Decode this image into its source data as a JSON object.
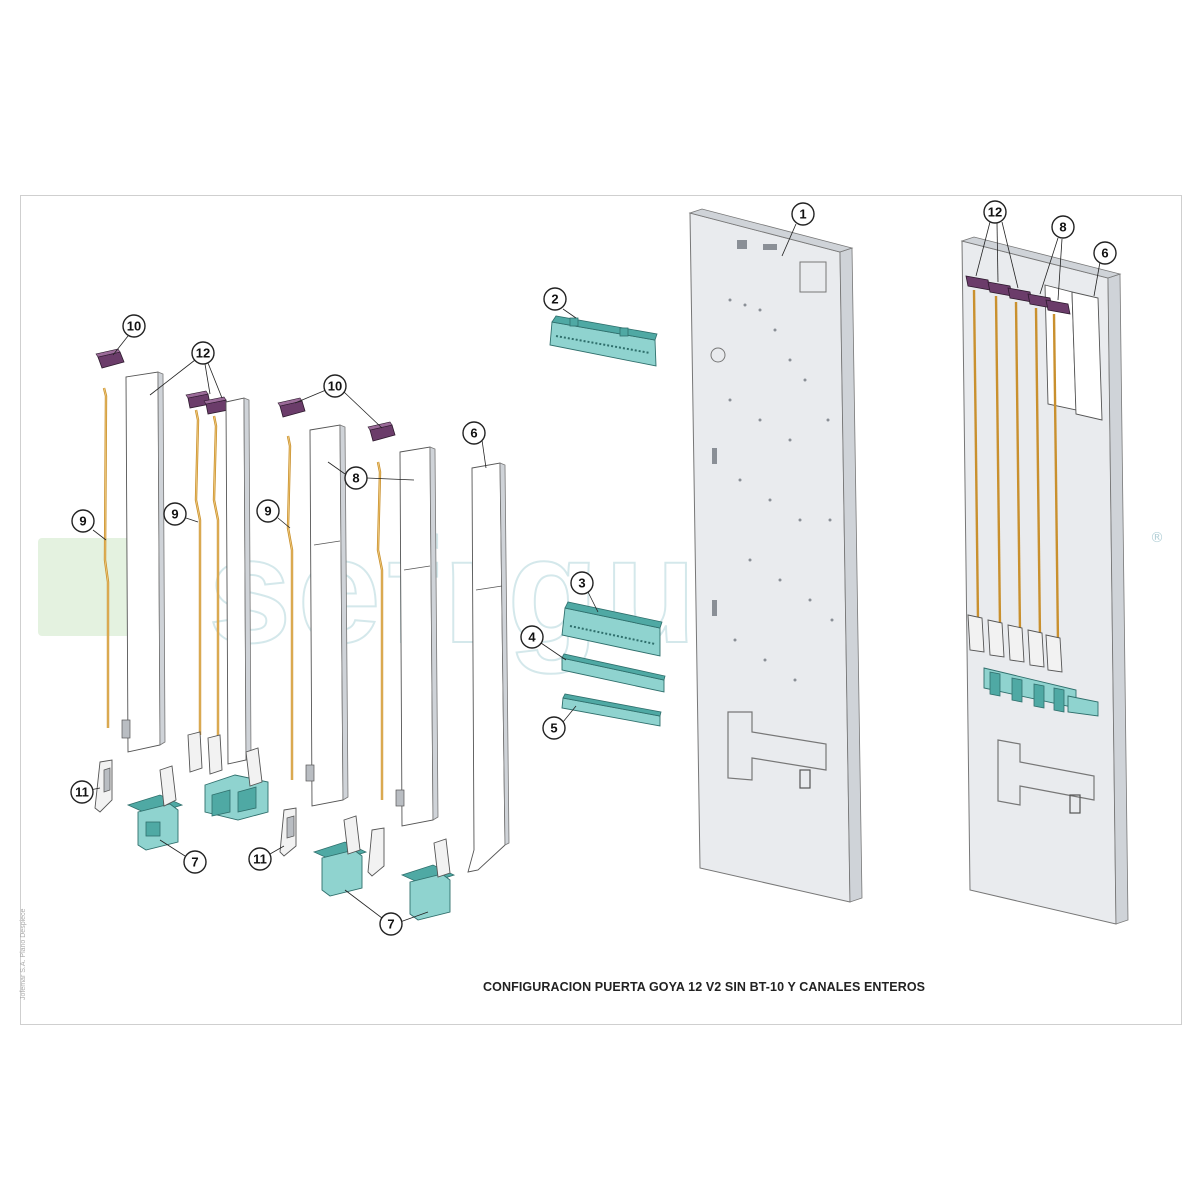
{
  "title": "CONFIGURACION PUERTA GOYA 12 V2 SIN BT-10 Y CANALES ENTEROS",
  "side_text": "Jofemar S.A. Plano Despiece",
  "watermark": {
    "brand": "sefrguar",
    "registered": "®"
  },
  "callouts": {
    "c1": "1",
    "c2": "2",
    "c3": "3",
    "c4": "4",
    "c5": "5",
    "c6a": "6",
    "c6b": "6",
    "c7a": "7",
    "c7b": "7",
    "c8a": "8",
    "c8b": "8",
    "c9a": "9",
    "c9b": "9",
    "c9c": "9",
    "c10a": "10",
    "c10b": "10",
    "c11a": "11",
    "c11b": "11",
    "c12a": "12",
    "c12b": "12"
  },
  "colors": {
    "rod": "#c9902e",
    "teal_part": "#8fd3cf",
    "latch": "#6b3c6a",
    "panel": "#e9ebee"
  }
}
